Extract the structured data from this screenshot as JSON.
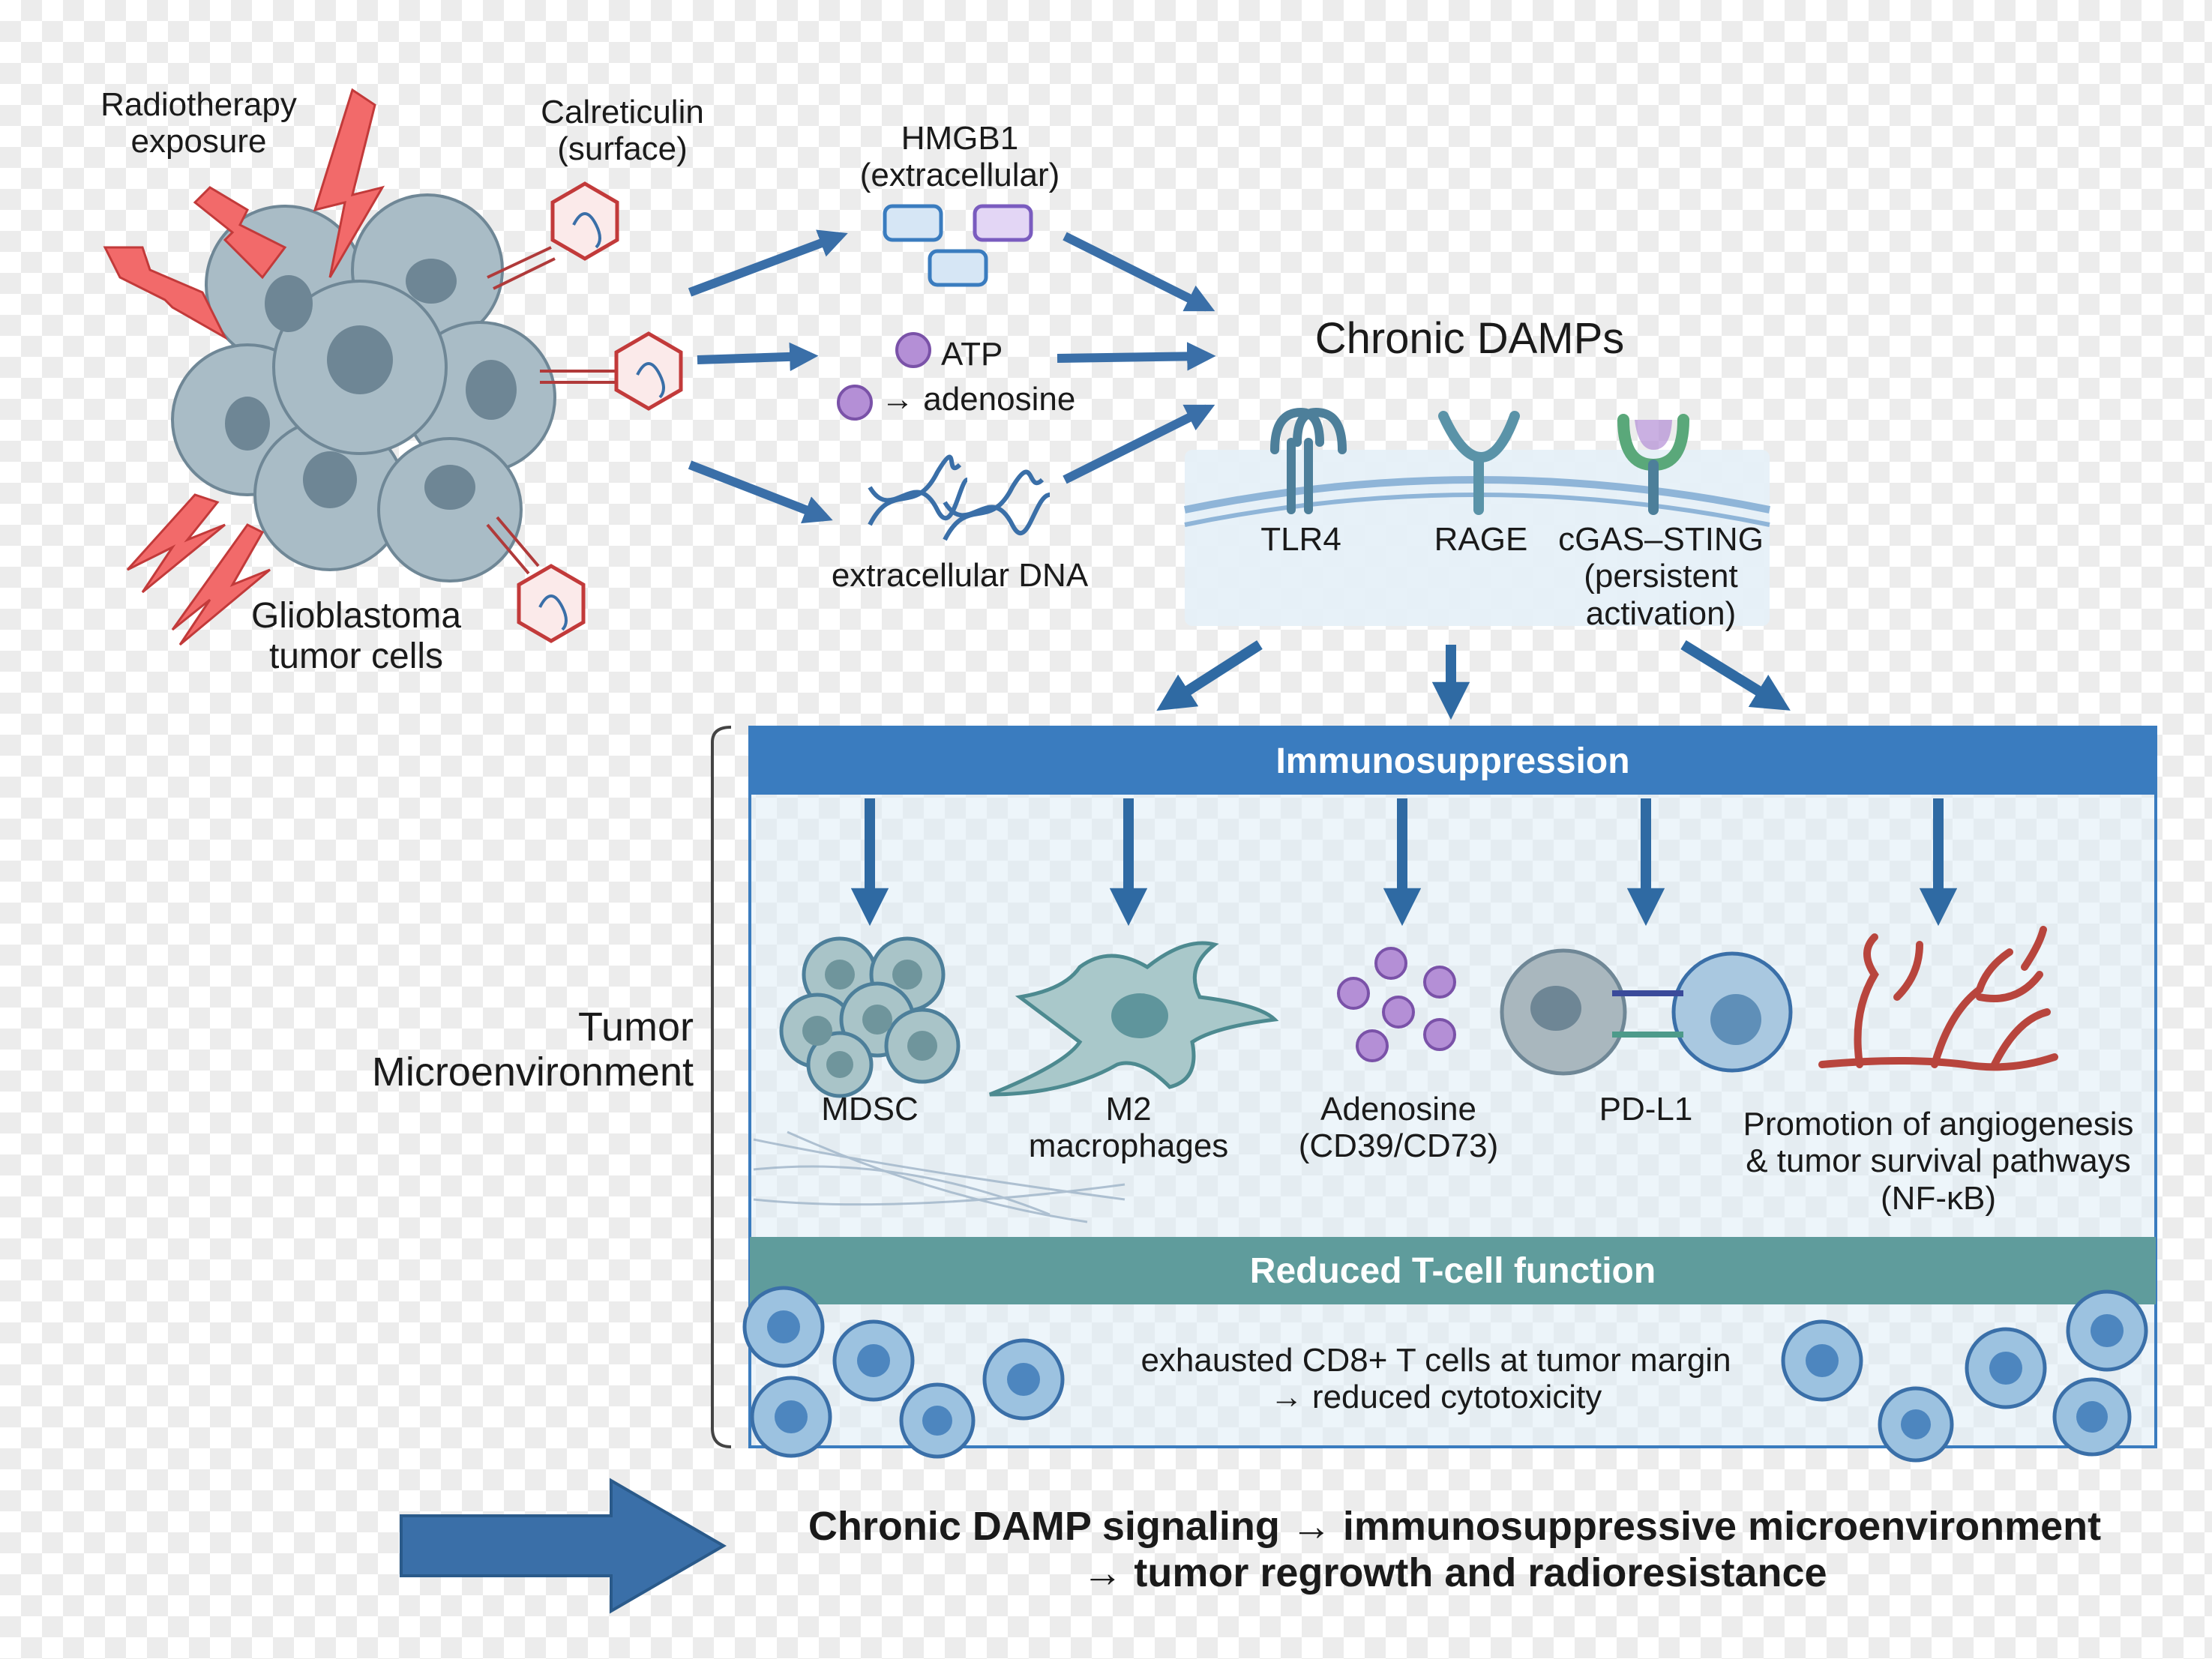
{
  "labels": {
    "radiotherapy": "Radiotherapy\nexposure",
    "calreticulin": "Calreticulin\n(surface)",
    "glioblastoma": "Glioblastoma\ntumor cells",
    "hmgb1": "HMGB1\n(extracellular)",
    "atp": "ATP",
    "adenosine_arrow": "→ adenosine",
    "extracellular_dna": "extracellular DNA",
    "chronic_damps": "Chronic DAMPs",
    "tlr4": "TLR4",
    "rage": "RAGE",
    "cgas_sting": "cGAS–STING\n(persistent\nactivation)",
    "tumor_microenvironment": "Tumor\nMicroenvironment",
    "immunosuppression": "Immunosuppression",
    "mdsc": "MDSC",
    "m2_macrophages": "M2\nmacrophages",
    "adenosine_cd": "Adenosine\n(CD39/CD73)",
    "pd_l1": "PD-L1",
    "angiogenesis": "Promotion of angiogenesis\n& tumor survival pathways\n(NF-κB)",
    "reduced_tcell": "Reduced T-cell function",
    "exhausted_cd8": "exhausted CD8+ T cells at tumor margin\n→ reduced cytotoxicity",
    "conclusion": "Chronic DAMP signaling → immunosuppressive microenvironment\n→ tumor regrowth and radioresistance"
  },
  "colors": {
    "arrow_blue": "#3a6fa8",
    "band_blue": "#3a7cbf",
    "band_teal": "#5f9c9c",
    "tumor_cell": "#a9bcc6",
    "lightning": "#e34c4c",
    "purple_dot": "#b48fd6"
  }
}
